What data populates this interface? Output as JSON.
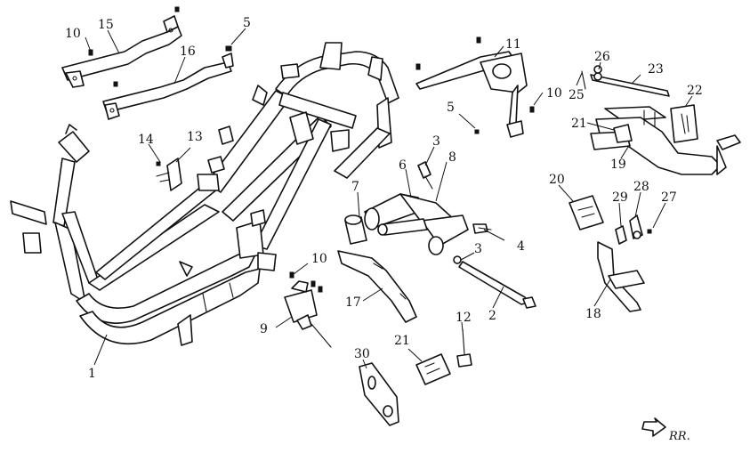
{
  "title": "Frame body parts exploded diagram",
  "callouts": {
    "c1": "1",
    "c2": "2",
    "c3a": "3",
    "c3b": "3",
    "c4": "4",
    "c5a": "5",
    "c5b": "5",
    "c6": "6",
    "c7": "7",
    "c8": "8",
    "c9": "9",
    "c10a": "10",
    "c10b": "10",
    "c10c": "10",
    "c11": "11",
    "c12": "12",
    "c13": "13",
    "c14": "14",
    "c15": "15",
    "c16": "16",
    "c17": "17",
    "c18": "18",
    "c19": "19",
    "c20": "20",
    "c21a": "21",
    "c21b": "21",
    "c22": "22",
    "c23": "23",
    "c25": "25",
    "c26": "26",
    "c27": "27",
    "c28": "28",
    "c29": "29",
    "c30": "30"
  },
  "direction_label": "RR."
}
